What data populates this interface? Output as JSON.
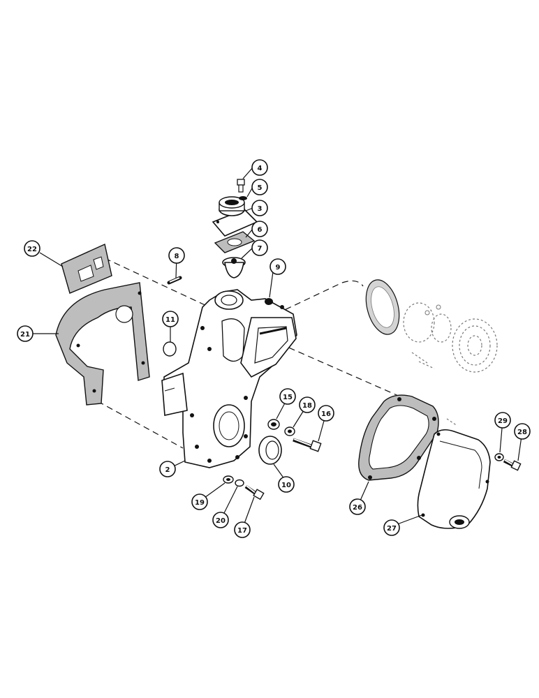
{
  "callouts": [
    {
      "id": "c2",
      "label": "2"
    },
    {
      "id": "c3",
      "label": "3"
    },
    {
      "id": "c4",
      "label": "4"
    },
    {
      "id": "c5",
      "label": "5"
    },
    {
      "id": "c6",
      "label": "6"
    },
    {
      "id": "c7",
      "label": "7"
    },
    {
      "id": "c8",
      "label": "8"
    },
    {
      "id": "c9",
      "label": "9"
    },
    {
      "id": "c10",
      "label": "10"
    },
    {
      "id": "c11",
      "label": "11"
    },
    {
      "id": "c15",
      "label": "15"
    },
    {
      "id": "c16",
      "label": "16"
    },
    {
      "id": "c17",
      "label": "17"
    },
    {
      "id": "c18",
      "label": "18"
    },
    {
      "id": "c19",
      "label": "19"
    },
    {
      "id": "c20",
      "label": "20"
    },
    {
      "id": "c21",
      "label": "21"
    },
    {
      "id": "c22",
      "label": "22"
    },
    {
      "id": "c26",
      "label": "26"
    },
    {
      "id": "c27",
      "label": "27"
    },
    {
      "id": "c28",
      "label": "28"
    },
    {
      "id": "c29",
      "label": "29"
    }
  ]
}
